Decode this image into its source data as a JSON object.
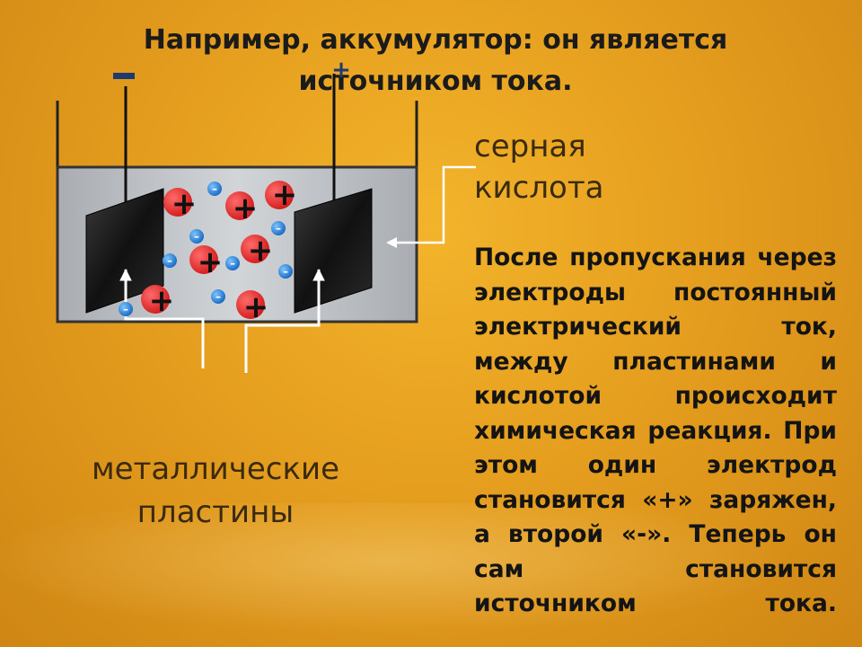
{
  "title": {
    "line1": "Например, аккумулятор: он является",
    "line2": "источником тока."
  },
  "labels": {
    "acid_line1": "серная",
    "acid_line2": "кислота",
    "plates_line1": "металлические",
    "plates_line2": "пластины"
  },
  "terminals": {
    "negative": "–",
    "positive": "+"
  },
  "ion_symbols": {
    "positive": "+",
    "negative": "–"
  },
  "explanation": "После пропускания через электроды постоянный электрический ток, между пластинами и кислотой происходит химическая реакция. При этом один электрод становится «+» заряжен, а второй «-». Теперь он сам становится источником тока.",
  "colors": {
    "background": "#e9a322",
    "electrolyte": "#b9bcc0",
    "plate": "#1c1c1c",
    "positive_ion": "#e32222",
    "negative_ion": "#1f7fd6",
    "terminal": "#1e3a6e"
  }
}
